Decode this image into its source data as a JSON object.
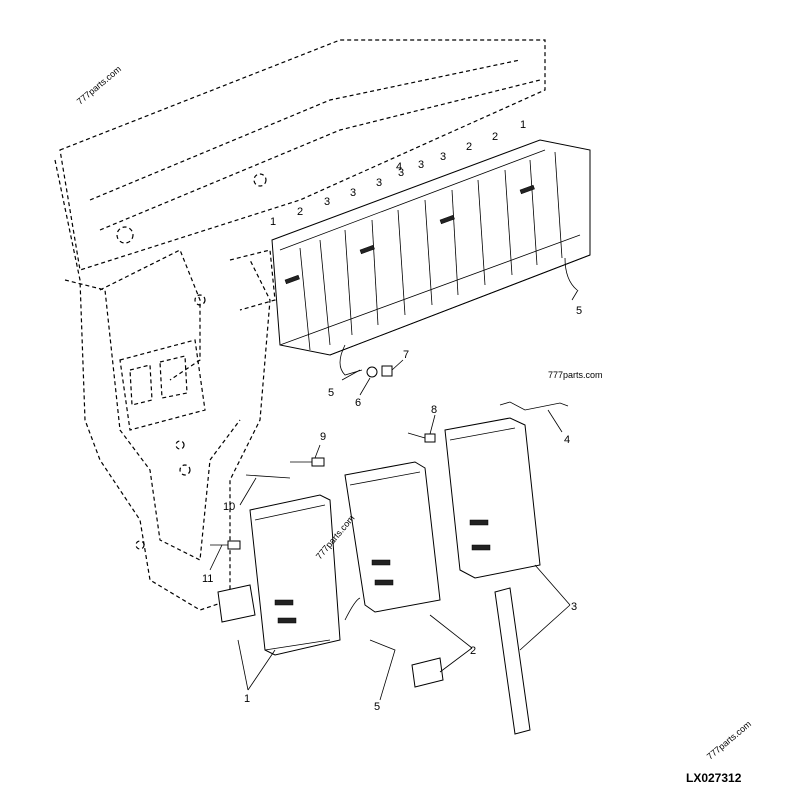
{
  "watermarks": [
    "777parts.com",
    "777parts.com",
    "777parts.com",
    "777parts.com"
  ],
  "callouts": {
    "top": [
      "1",
      "2",
      "3",
      "3",
      "3",
      "3",
      "4",
      "3",
      "3",
      "2",
      "2",
      "1",
      "5",
      "5",
      "6",
      "7"
    ],
    "bottom": [
      "8",
      "4",
      "9",
      "10",
      "11",
      "1",
      "5",
      "2",
      "3"
    ]
  },
  "reference": "LX027312"
}
